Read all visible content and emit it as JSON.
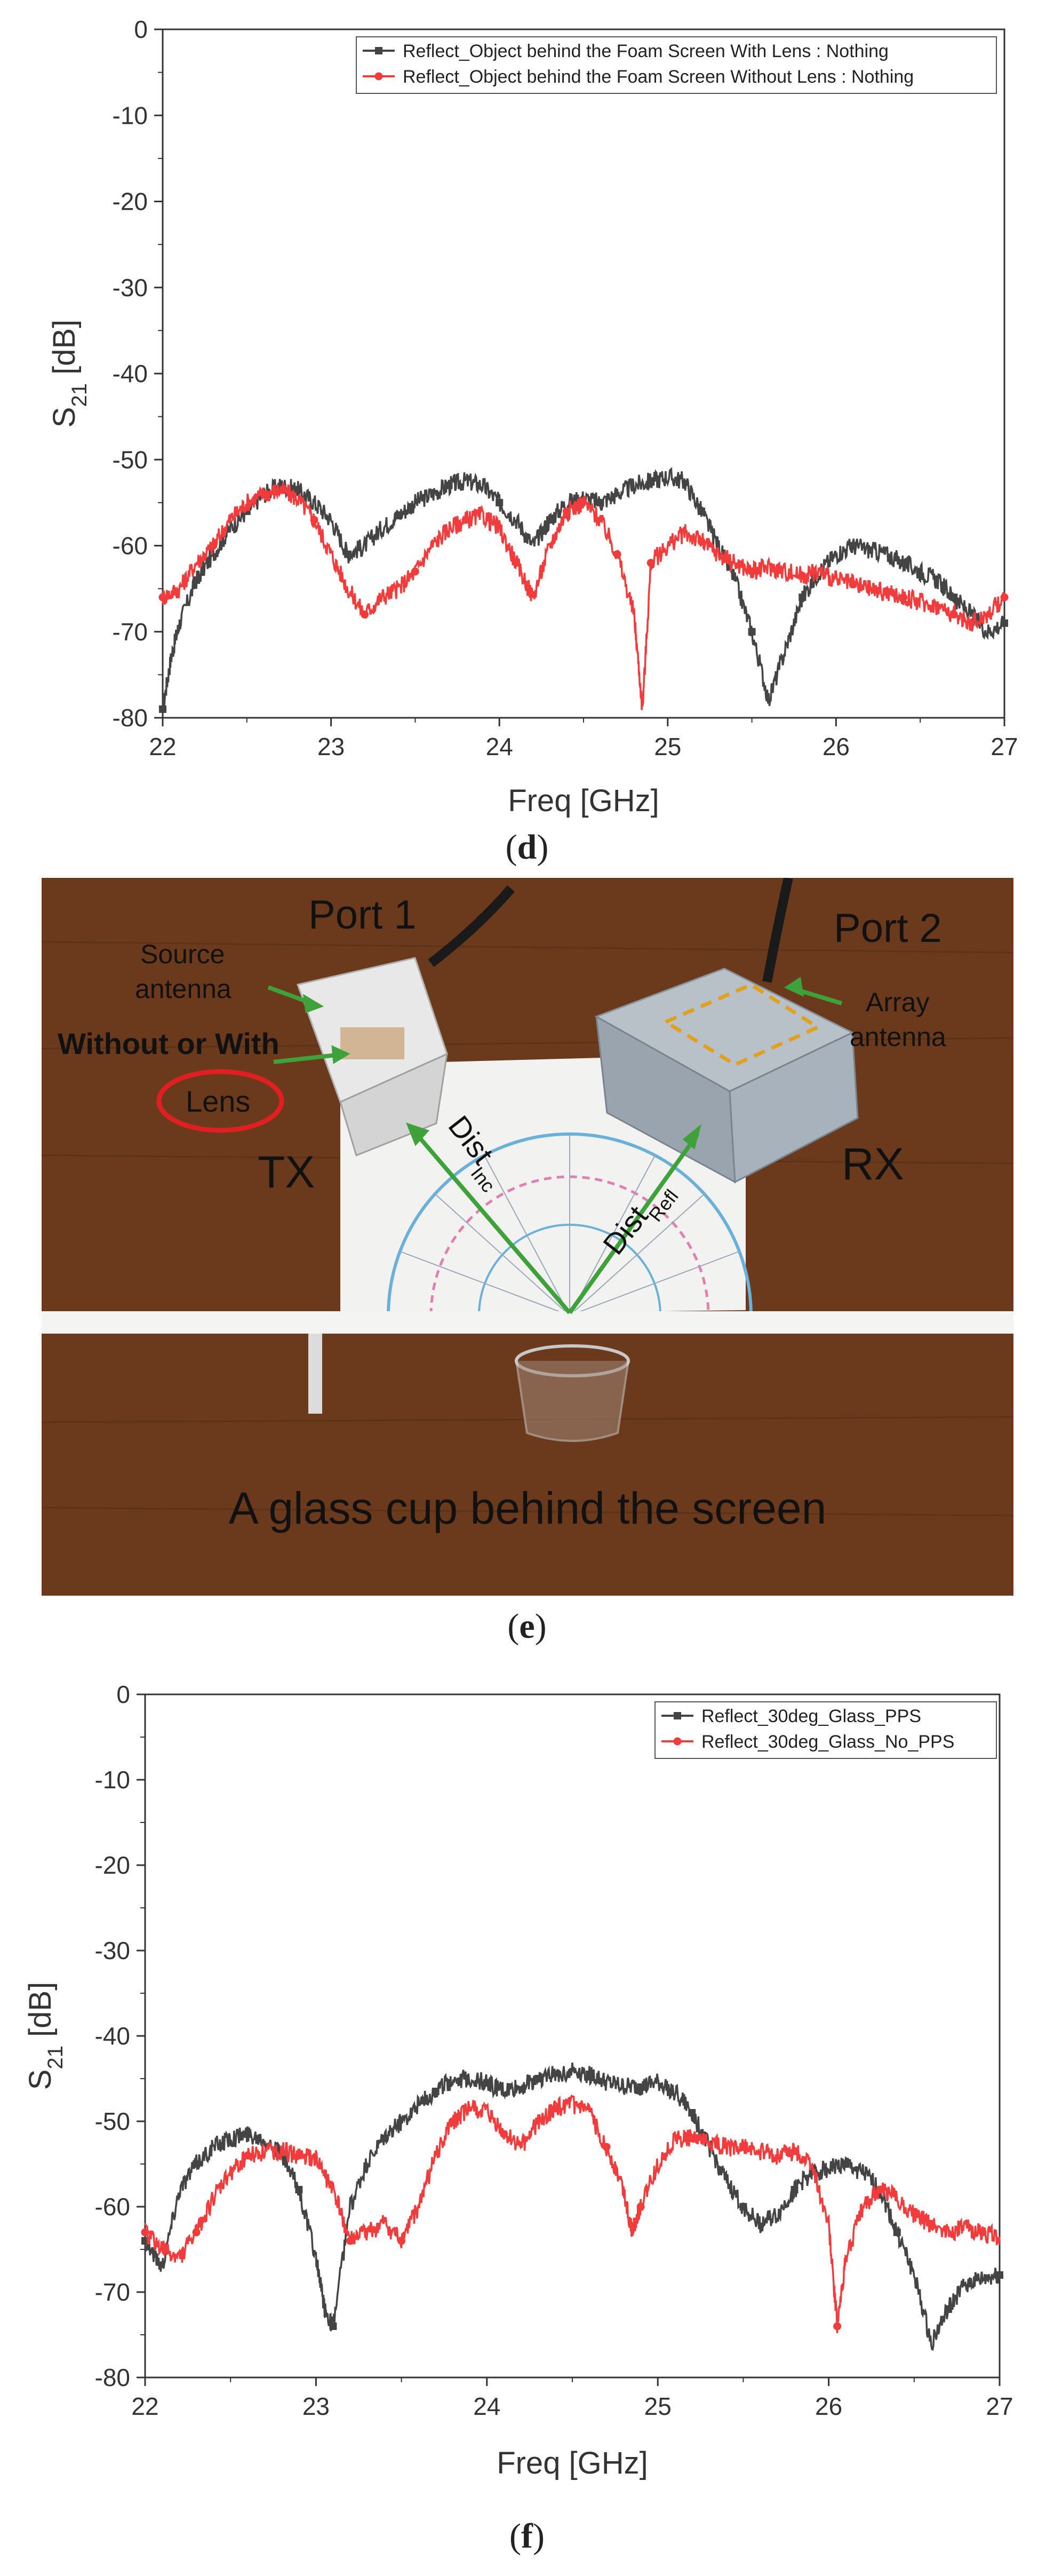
{
  "panels": {
    "d": {
      "prefix": "(",
      "letter": "d",
      "suffix": ")"
    },
    "e": {
      "prefix": "(",
      "letter": "e",
      "suffix": ")"
    },
    "f": {
      "prefix": "(",
      "letter": "f",
      "suffix": ")"
    }
  },
  "photo": {
    "port1": "Port 1",
    "port2": "Port 2",
    "source_antenna_line1": "Source",
    "source_antenna_line2": "antenna",
    "without_or_with": "Without or With",
    "lens": "Lens",
    "tx": "TX",
    "rx": "RX",
    "array_antenna_line1": "Array",
    "array_antenna_line2": "antenna",
    "dist_inc_base": "Dist",
    "dist_inc_sub": "Inc",
    "dist_refl_base": "Dist",
    "dist_refl_sub": "Refl",
    "caption": "A glass cup behind the screen",
    "colors": {
      "wood": "#6b3a1c",
      "arrow": "#3fa13a",
      "highlight": "#e02020",
      "dashed": "#e0a020"
    }
  },
  "chart_data": [
    {
      "type": "line",
      "xlabel": "Freq [GHz]",
      "ylabel_base": "S",
      "ylabel_sub": "21",
      "ylabel_unit": " [dB]",
      "xlim": [
        22,
        27
      ],
      "ylim": [
        -80,
        0
      ],
      "xticks": [
        "22",
        "23",
        "24",
        "25",
        "26",
        "27"
      ],
      "yticks": [
        "0",
        "-10",
        "-20",
        "-30",
        "-40",
        "-50",
        "-60",
        "-70",
        "-80"
      ],
      "legend_position": "top-right",
      "series": [
        {
          "name": "Reflect_Object behind the Foam Screen With Lens : Nothing",
          "color": "#444444",
          "marker": "square",
          "x": [
            22.0,
            22.05,
            22.1,
            22.2,
            22.3,
            22.4,
            22.5,
            22.6,
            22.7,
            22.8,
            22.9,
            23.0,
            23.1,
            23.2,
            23.3,
            23.4,
            23.5,
            23.6,
            23.7,
            23.8,
            23.9,
            24.0,
            24.1,
            24.2,
            24.3,
            24.4,
            24.5,
            24.6,
            24.7,
            24.8,
            24.9,
            25.0,
            25.1,
            25.2,
            25.3,
            25.4,
            25.5,
            25.6,
            25.7,
            25.8,
            25.9,
            26.0,
            26.1,
            26.2,
            26.3,
            26.4,
            26.5,
            26.6,
            26.7,
            26.8,
            26.9,
            27.0
          ],
          "y": [
            -79,
            -73,
            -69,
            -64,
            -61,
            -58,
            -56,
            -54,
            -53,
            -53.5,
            -55,
            -57,
            -61,
            -60,
            -58,
            -56.5,
            -55,
            -54,
            -53,
            -52.5,
            -53,
            -55,
            -57,
            -60,
            -57,
            -55,
            -54.5,
            -55,
            -54,
            -53,
            -52.5,
            -52,
            -52.5,
            -56,
            -60,
            -64,
            -70,
            -78,
            -72,
            -66,
            -63,
            -61,
            -60,
            -60.5,
            -61,
            -62,
            -63,
            -64,
            -66,
            -68,
            -70,
            -69
          ]
        },
        {
          "name": "Reflect_Object behind the Foam Screen Without Lens : Nothing",
          "color": "#f03c3c",
          "marker": "circle",
          "x": [
            22.0,
            22.1,
            22.2,
            22.3,
            22.4,
            22.5,
            22.6,
            22.7,
            22.8,
            22.9,
            23.0,
            23.1,
            23.2,
            23.3,
            23.4,
            23.5,
            23.6,
            23.7,
            23.8,
            23.9,
            24.0,
            24.1,
            24.2,
            24.3,
            24.4,
            24.5,
            24.6,
            24.7,
            24.8,
            24.85,
            24.9,
            25.0,
            25.1,
            25.2,
            25.3,
            25.4,
            25.5,
            25.6,
            25.7,
            25.8,
            25.9,
            26.0,
            26.1,
            26.2,
            26.3,
            26.4,
            26.5,
            26.6,
            26.7,
            26.8,
            26.9,
            27.0
          ],
          "y": [
            -66,
            -65,
            -62,
            -60,
            -57,
            -55,
            -54,
            -53.5,
            -54.5,
            -57,
            -61,
            -65,
            -68,
            -66,
            -65,
            -63,
            -60,
            -58,
            -57,
            -56.5,
            -58,
            -62,
            -66,
            -60,
            -56,
            -55,
            -57,
            -61,
            -68,
            -79,
            -62,
            -60,
            -58.5,
            -59.5,
            -61,
            -62,
            -63,
            -62.5,
            -63,
            -63.5,
            -63,
            -64,
            -64.5,
            -65,
            -65.5,
            -66,
            -66.5,
            -67,
            -68,
            -69,
            -68,
            -66
          ]
        }
      ]
    },
    {
      "type": "line",
      "xlabel": "Freq [GHz]",
      "ylabel_base": "S",
      "ylabel_sub": "21",
      "ylabel_unit": " [dB]",
      "xlim": [
        22,
        27
      ],
      "ylim": [
        -80,
        0
      ],
      "xticks": [
        "22",
        "23",
        "24",
        "25",
        "26",
        "27"
      ],
      "yticks": [
        "0",
        "-10",
        "-20",
        "-30",
        "-40",
        "-50",
        "-60",
        "-70",
        "-80"
      ],
      "legend_position": "top-right",
      "series": [
        {
          "name": "Reflect_30deg_Glass_PPS",
          "color": "#444444",
          "marker": "square",
          "x": [
            22.0,
            22.1,
            22.2,
            22.3,
            22.4,
            22.5,
            22.6,
            22.7,
            22.8,
            22.9,
            23.0,
            23.05,
            23.1,
            23.2,
            23.3,
            23.4,
            23.5,
            23.6,
            23.7,
            23.8,
            23.9,
            24.0,
            24.1,
            24.2,
            24.3,
            24.4,
            24.5,
            24.6,
            24.7,
            24.8,
            24.9,
            25.0,
            25.1,
            25.2,
            25.3,
            25.4,
            25.5,
            25.6,
            25.7,
            25.8,
            25.9,
            26.0,
            26.1,
            26.2,
            26.3,
            26.4,
            26.5,
            26.6,
            26.7,
            26.8,
            26.9,
            27.0
          ],
          "y": [
            -64,
            -67,
            -58,
            -55,
            -53,
            -52,
            -51.5,
            -52,
            -54,
            -58,
            -66,
            -72,
            -74,
            -60,
            -55,
            -52,
            -50,
            -48,
            -46.5,
            -45,
            -45,
            -45.5,
            -46.5,
            -46,
            -45,
            -44.5,
            -44,
            -44.5,
            -45.5,
            -46,
            -46,
            -45.5,
            -46.5,
            -49,
            -53,
            -57,
            -60,
            -62,
            -61,
            -58,
            -56,
            -55.5,
            -55,
            -56,
            -58,
            -63,
            -68,
            -76,
            -72,
            -69,
            -68.5,
            -68
          ]
        },
        {
          "name": "Reflect_30deg_Glass_No_PPS",
          "color": "#f03c3c",
          "marker": "circle",
          "x": [
            22.0,
            22.1,
            22.2,
            22.3,
            22.4,
            22.5,
            22.6,
            22.7,
            22.8,
            22.9,
            23.0,
            23.1,
            23.2,
            23.3,
            23.4,
            23.5,
            23.6,
            23.7,
            23.8,
            23.9,
            24.0,
            24.1,
            24.2,
            24.3,
            24.4,
            24.5,
            24.6,
            24.7,
            24.8,
            24.85,
            24.9,
            25.0,
            25.1,
            25.2,
            25.3,
            25.4,
            25.5,
            25.6,
            25.7,
            25.8,
            25.9,
            26.0,
            26.05,
            26.1,
            26.2,
            26.3,
            26.4,
            26.5,
            26.6,
            26.7,
            26.8,
            26.9,
            27.0
          ],
          "y": [
            -63,
            -65,
            -66,
            -63,
            -59,
            -56,
            -54,
            -53.5,
            -53.5,
            -54,
            -54.5,
            -58,
            -64,
            -63,
            -62,
            -64,
            -60,
            -54,
            -50,
            -48.5,
            -49,
            -51.5,
            -53,
            -50,
            -48.5,
            -48,
            -49,
            -53,
            -58,
            -63,
            -60,
            -55,
            -52,
            -52,
            -52.5,
            -53,
            -53,
            -53.5,
            -54,
            -53.5,
            -55,
            -62,
            -74,
            -66,
            -60,
            -58,
            -59,
            -61,
            -62,
            -63,
            -62.5,
            -63,
            -63.5
          ]
        }
      ]
    }
  ]
}
